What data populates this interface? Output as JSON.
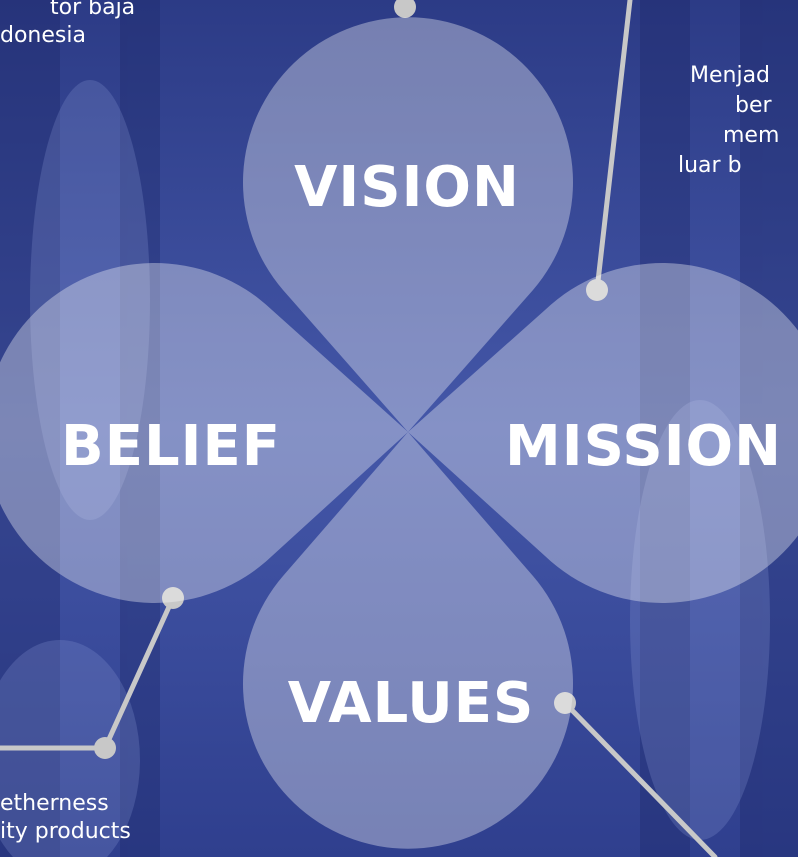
{
  "diagram": {
    "petals": {
      "vision": "VISION",
      "mission": "MISSION",
      "belief": "BELIEF",
      "values": "VALUES"
    },
    "snippets": {
      "top_left": [
        "tor baja",
        "donesia"
      ],
      "top_right": [
        "Menjad",
        "ber",
        "mem",
        "luar b"
      ],
      "bottom_left": [
        "etherness",
        "ity products"
      ]
    }
  }
}
